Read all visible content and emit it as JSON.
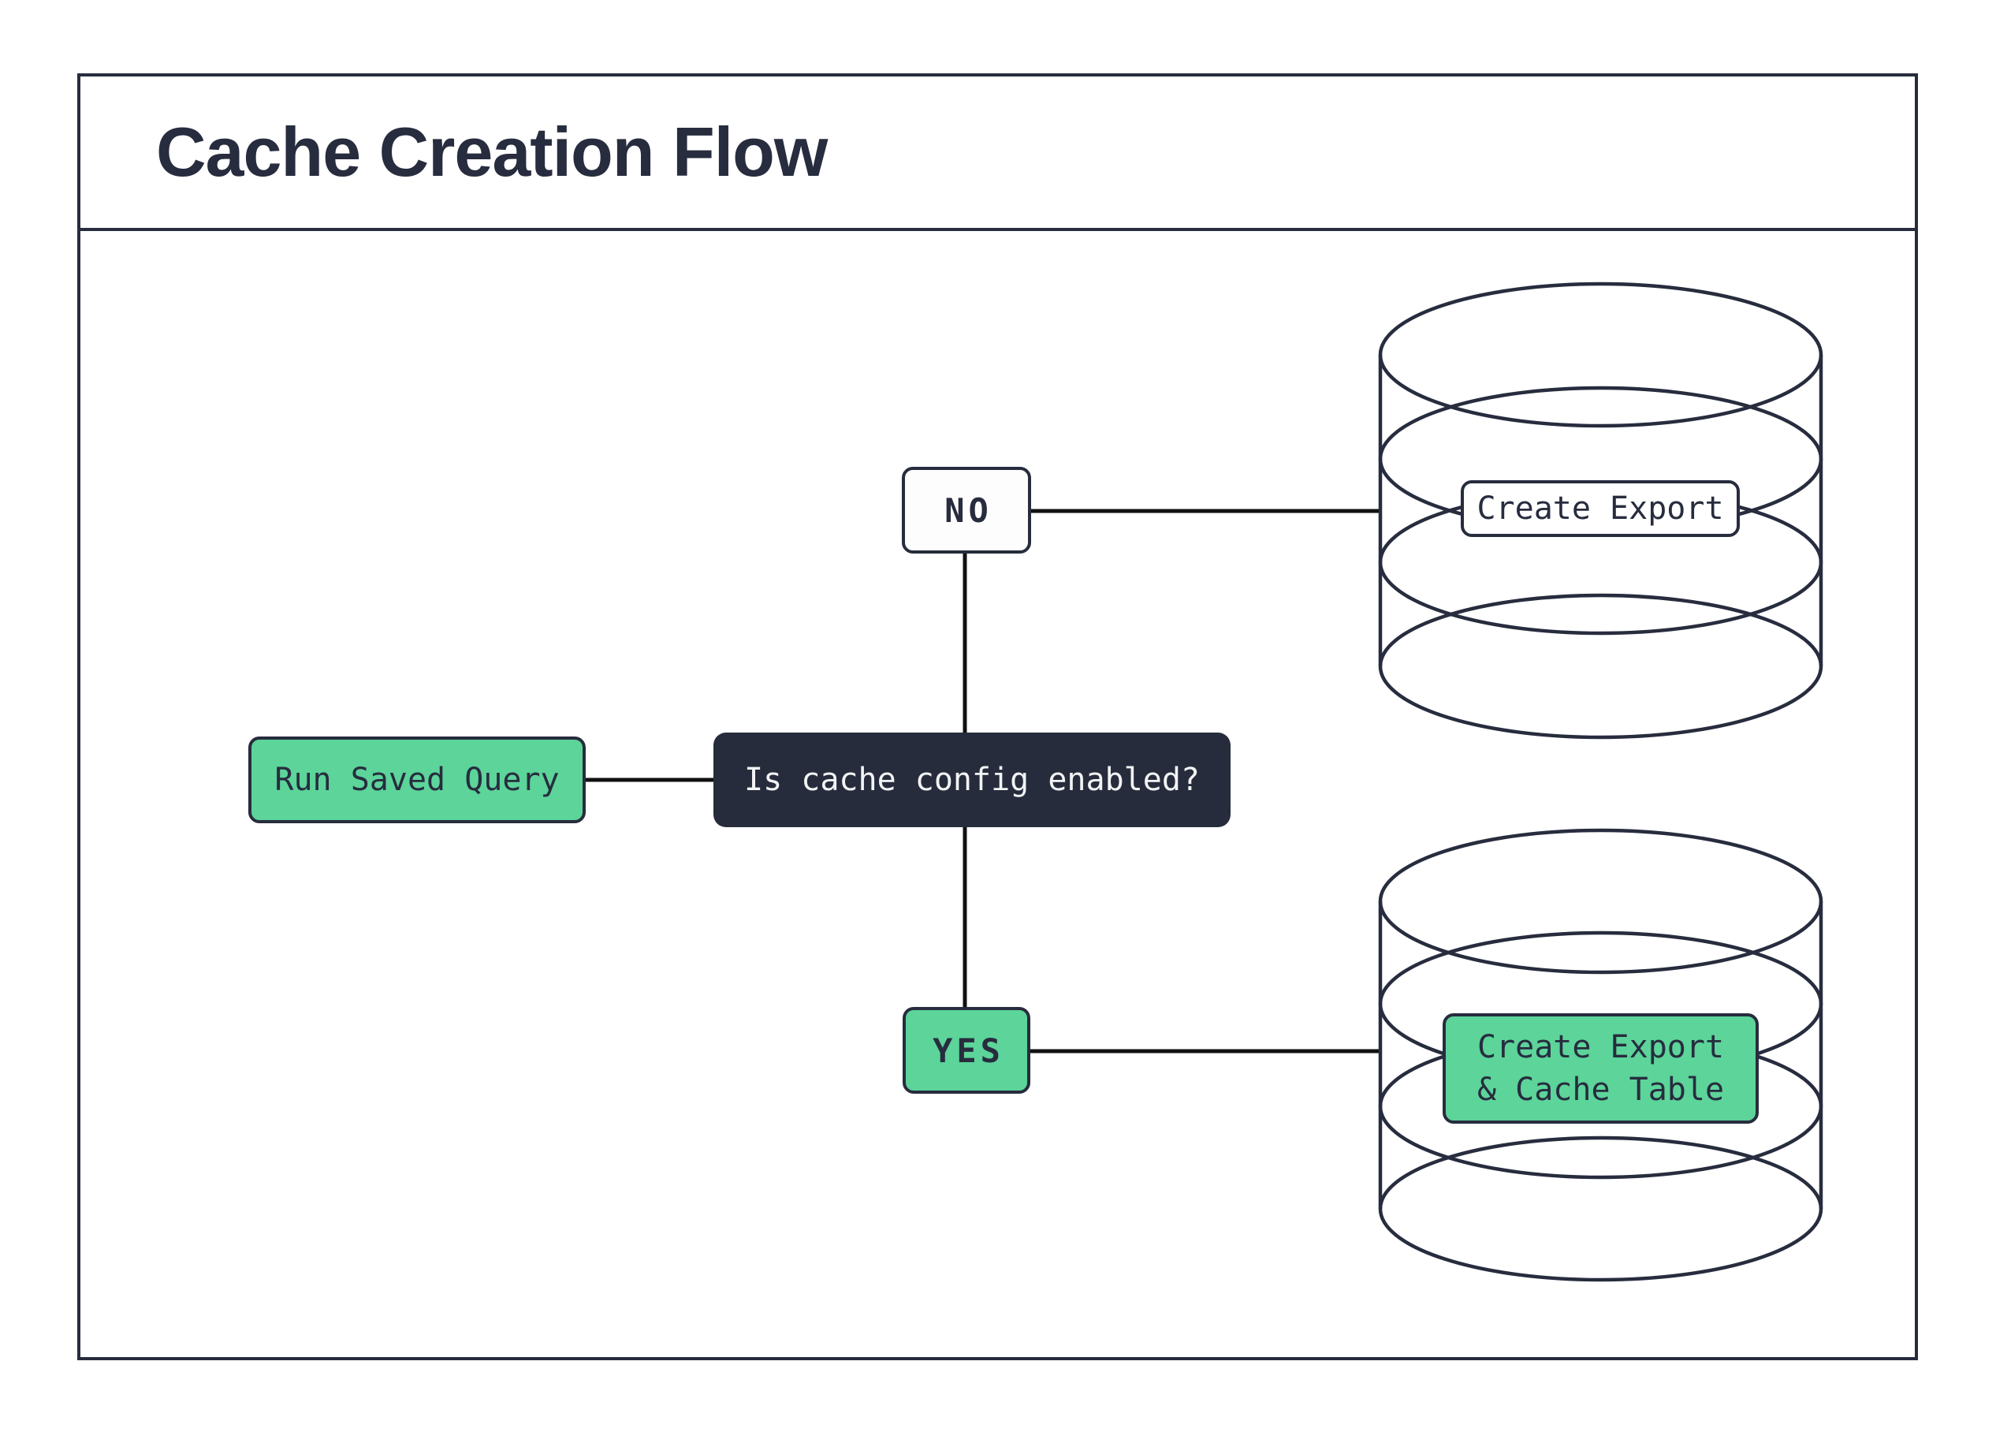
{
  "title": "Cache Creation Flow",
  "colors": {
    "ink": "#272c3e",
    "connector": "#111111",
    "accent_green": "#5cd49a",
    "decision_bg": "#272c3c",
    "decision_text": "#f2f3f5",
    "background": "#ffffff"
  },
  "flow": {
    "start": {
      "label": "Run Saved Query"
    },
    "decision": {
      "label": "Is cache config enabled?"
    },
    "branch_no": {
      "label": "NO"
    },
    "branch_yes": {
      "label": "YES"
    },
    "no_outcome": {
      "label": "Create Export"
    },
    "yes_outcome": {
      "line1": "Create Export",
      "line2": "& Cache Table"
    }
  },
  "icons": {
    "no_outcome": "database-icon",
    "yes_outcome": "database-icon"
  }
}
